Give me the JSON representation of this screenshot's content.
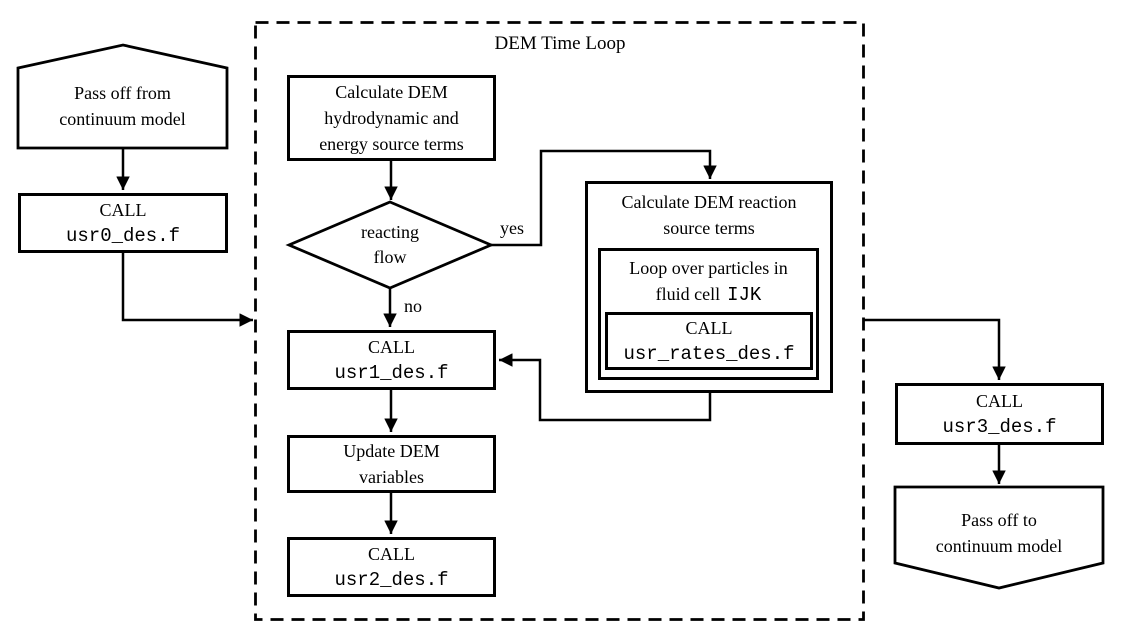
{
  "diagram": {
    "title": "DEM Time Loop",
    "colors": {
      "line": "#000000",
      "background": "#ffffff",
      "text": "#000000"
    },
    "labels": {
      "yes": "yes",
      "no": "no"
    },
    "nodes": {
      "pass_from_continuum": {
        "line1": "Pass off from",
        "line2": "continuum model"
      },
      "call_usr0": {
        "call": "CALL",
        "file": "usr0_des.f"
      },
      "calc_hydro": {
        "line1": "Calculate DEM",
        "line2": "hydrodynamic and",
        "line3": "energy source terms"
      },
      "reacting_flow": {
        "line1": "reacting",
        "line2": "flow"
      },
      "calc_reaction": {
        "line1": "Calculate DEM reaction",
        "line2": "source terms"
      },
      "loop_particles": {
        "line1": "Loop over particles in",
        "line2_text": "fluid cell",
        "line2_code": "IJK"
      },
      "call_usr_rates": {
        "call": "CALL",
        "file": "usr_rates_des.f"
      },
      "call_usr1": {
        "call": "CALL",
        "file": "usr1_des.f"
      },
      "update_dem": {
        "line1": "Update DEM",
        "line2": "variables"
      },
      "call_usr2": {
        "call": "CALL",
        "file": "usr2_des.f"
      },
      "call_usr3": {
        "call": "CALL",
        "file": "usr3_des.f"
      },
      "pass_to_continuum": {
        "line1": "Pass off to",
        "line2": "continuum model"
      }
    }
  }
}
